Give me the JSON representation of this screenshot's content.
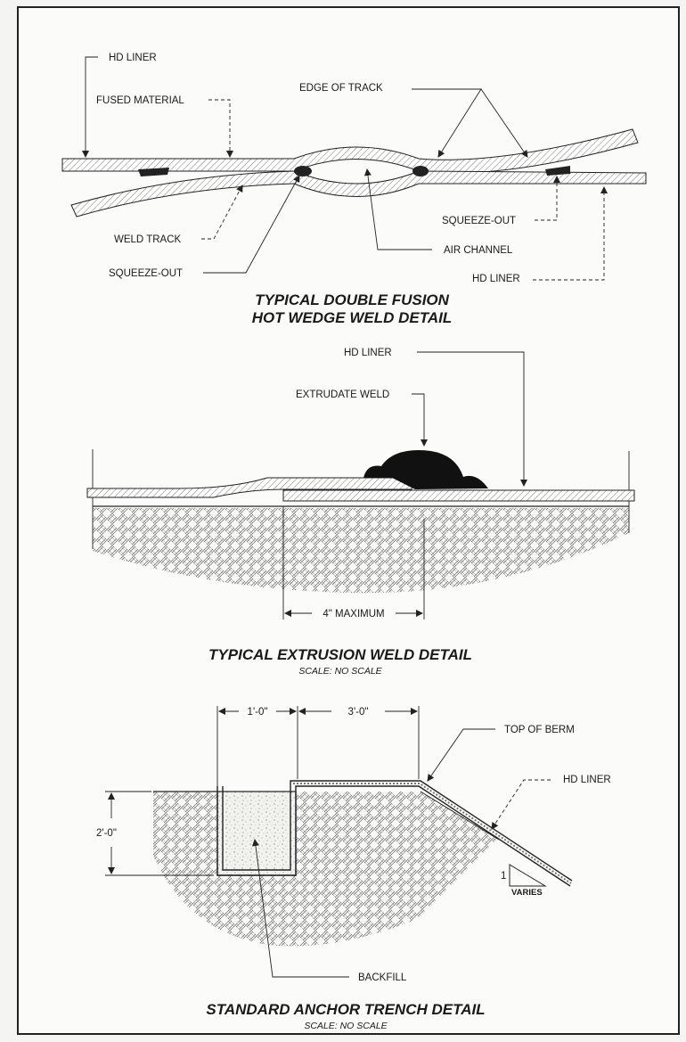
{
  "detail_1": {
    "hd_liner_top": "HD LINER",
    "fused_material": "FUSED MATERIAL",
    "edge_of_track": "EDGE OF TRACK",
    "squeeze_out_right": "SQUEEZE-OUT",
    "weld_track": "WELD TRACK",
    "air_channel": "AIR CHANNEL",
    "squeeze_out_left": "SQUEEZE-OUT",
    "hd_liner_bottom": "HD LINER",
    "title_line1": "TYPICAL DOUBLE FUSION",
    "title_line2": "HOT WEDGE WELD DETAIL"
  },
  "detail_2": {
    "hd_liner": "HD   LINER",
    "extrudate_weld": "EXTRUDATE WELD",
    "dimension": "4\" MAXIMUM",
    "title": "TYPICAL EXTRUSION WELD DETAIL",
    "scale": "SCALE:  NO SCALE"
  },
  "detail_3": {
    "dim_width_1": "1'-0\"",
    "dim_width_2": "3'-0\"",
    "top_of_berm": "TOP OF BERM",
    "hd_liner": "HD   LINER",
    "dim_depth": "2'-0\"",
    "slope_rise": "1",
    "slope_run": "VARIES",
    "backfill": "BACKFILL",
    "title": "STANDARD ANCHOR TRENCH DETAIL",
    "scale": "SCALE:  NO SCALE"
  }
}
